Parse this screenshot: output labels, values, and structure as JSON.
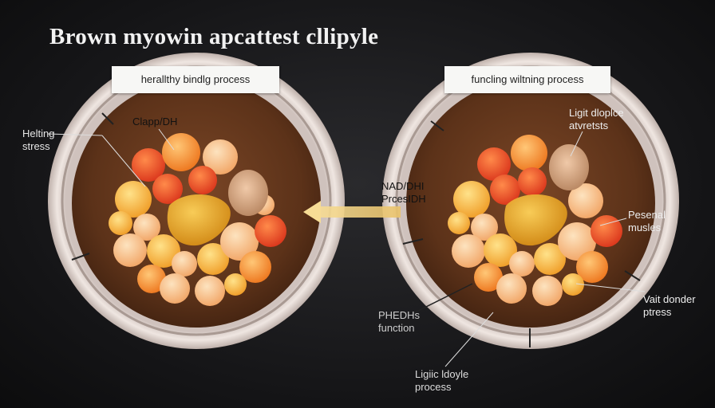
{
  "title": "Brown myowin apcattest cllipyle",
  "left_cell": {
    "header": "herallthy bindlg process",
    "labels": {
      "heating": "Helting\nstress",
      "clapp": "Clapp/DH"
    }
  },
  "right_cell": {
    "header": "funcling wiltning process",
    "labels": {
      "light_droplet": "Ligit dloplce\natvretsts",
      "pesonal": "Pesenal\nmusles",
      "vait": "Vait donder\nptress"
    }
  },
  "center": {
    "nad": "NAD/DHI\nPrcesIDH"
  },
  "bottom": {
    "function": "PHEDHs\nfunction",
    "lipid": "Ligiic ldoyle\nprocess"
  },
  "colors": {
    "background": "#141416",
    "membrane": "#e9dcd6",
    "cytoplasm": "#6b3a1e",
    "arrow": "#f3d58a"
  }
}
